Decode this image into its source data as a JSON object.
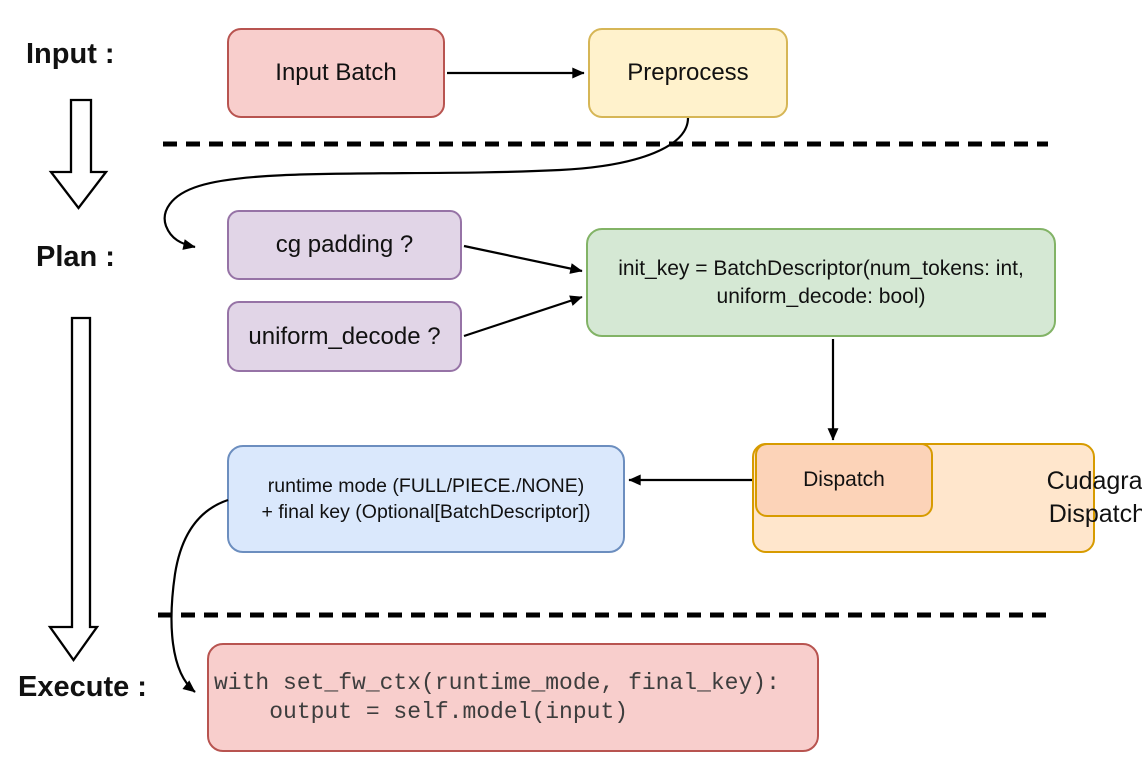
{
  "diagram": {
    "title_sections": {
      "input_label": "Input :",
      "plan_label": "Plan :",
      "execute_label": "Execute :"
    },
    "nodes": {
      "input_batch": {
        "label": "Input Batch",
        "fill": "#F8CECC",
        "stroke": "#B85450"
      },
      "preprocess": {
        "label": "Preprocess",
        "fill": "#FFF2CC",
        "stroke": "#D6B656"
      },
      "cg_padding": {
        "label": "cg padding ?",
        "fill": "#E1D5E7",
        "stroke": "#9673A6"
      },
      "uniform_decode": {
        "label": "uniform_decode ?",
        "fill": "#E1D5E7",
        "stroke": "#9673A6"
      },
      "init_key": {
        "line1": "init_key = BatchDescriptor(num_tokens: int,",
        "line2": "uniform_decode: bool)",
        "fill": "#D5E8D4",
        "stroke": "#82B366"
      },
      "dispatch": {
        "label": "Dispatch",
        "fill": "#FCD3B8",
        "stroke": "#D79B00"
      },
      "cudagraph_dispatcher": {
        "line1": "Cudagraph",
        "line2": "Dispatcher",
        "fill": "#FFE6CC",
        "stroke": "#D79B00"
      },
      "runtime_result": {
        "line1": "runtime mode (FULL/PIECE./NONE)",
        "line2": "+ final key (Optional[BatchDescriptor])",
        "fill": "#DAE8FC",
        "stroke": "#6C8EBF"
      },
      "execute_code": {
        "line1": "with set_fw_ctx(runtime_mode, final_key):",
        "line2": "    output = self.model(input)",
        "fill": "#F8CECC",
        "stroke": "#B85450"
      }
    },
    "connector_color": "#000000"
  }
}
